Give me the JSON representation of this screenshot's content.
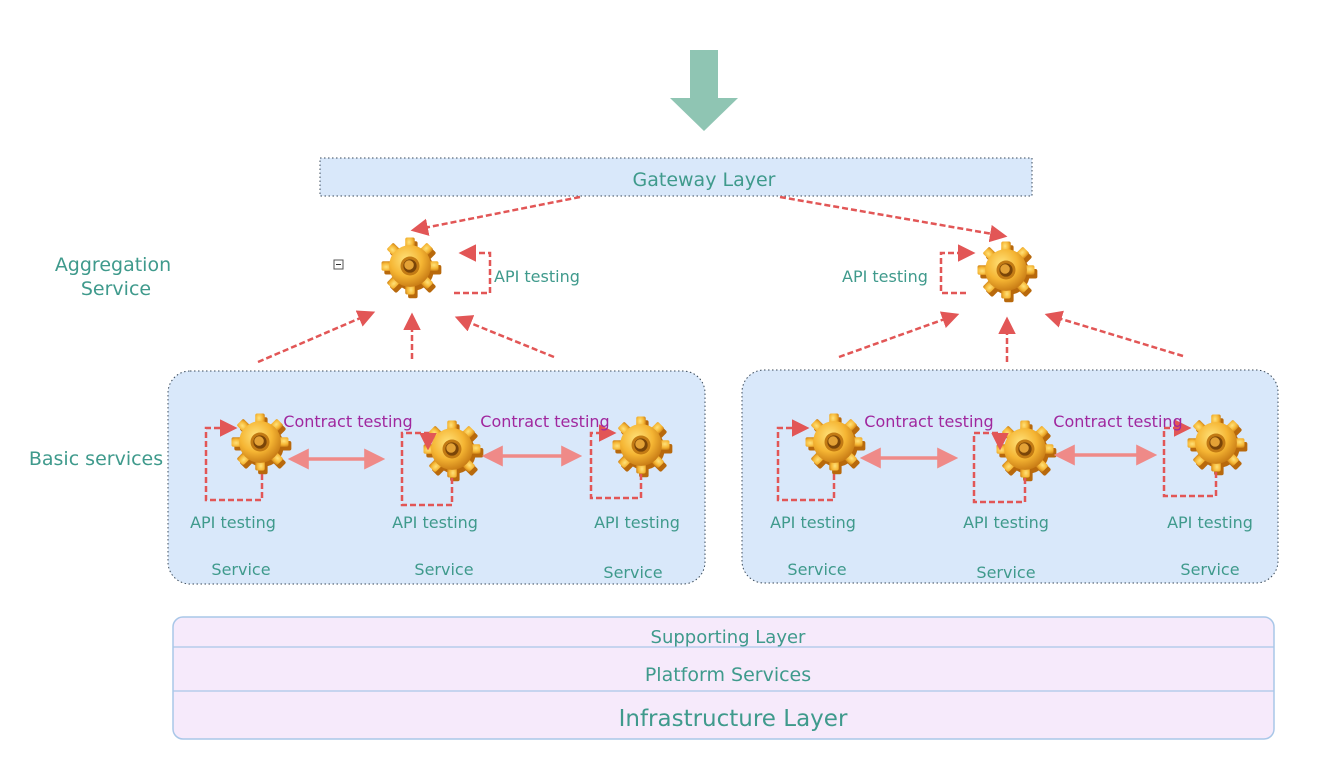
{
  "gateway": {
    "label": "Gateway Layer"
  },
  "side_labels": {
    "aggregation": [
      "Aggregation",
      "Service"
    ],
    "basic": "Basic services"
  },
  "aggregation_nodes": [
    {
      "api_label": "API testing"
    },
    {
      "api_label": "API testing"
    }
  ],
  "groups": [
    {
      "contract_labels": [
        "Contract testing",
        "Contract testing"
      ],
      "services": [
        {
          "api_label": "API testing",
          "name": "Service"
        },
        {
          "api_label": "API testing",
          "name": "Service"
        },
        {
          "api_label": "API testing",
          "name": "Service"
        }
      ]
    },
    {
      "contract_labels": [
        "Contract testing",
        "Contract testing"
      ],
      "services": [
        {
          "api_label": "API testing",
          "name": "Service"
        },
        {
          "api_label": "API testing",
          "name": "Service"
        },
        {
          "api_label": "API testing",
          "name": "Service"
        }
      ]
    }
  ],
  "bottom_layers": {
    "supporting": "Supporting Layer",
    "platform": "Platform Services",
    "infrastructure": "Infrastructure Layer"
  },
  "colors": {
    "entry_arrow": "#8fc5b3",
    "layer_fill": "#d9e8fa",
    "bottom_fill": "#f6eafb",
    "text": "#3f9a8c",
    "contract_text": "#a0279e",
    "arrow_red": "#e25656",
    "arrow_pink": "#ef8a88"
  },
  "icons": {
    "service": "gear-icon",
    "entry": "down-arrow-icon",
    "collapse": "collapse-icon"
  }
}
